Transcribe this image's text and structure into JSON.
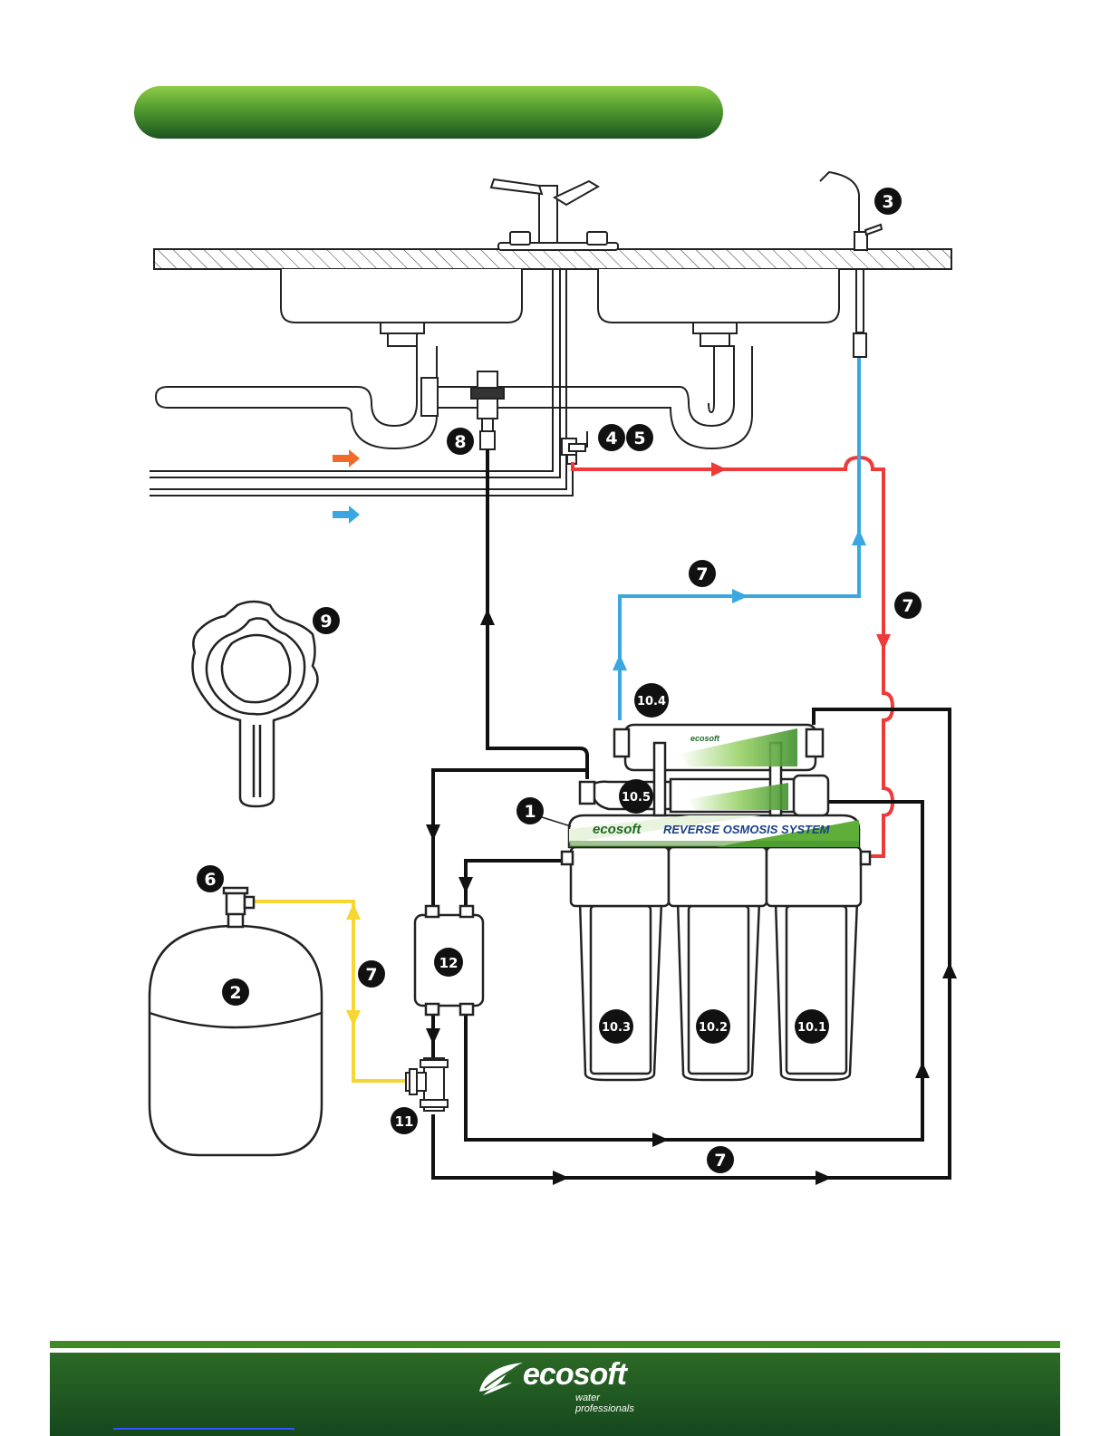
{
  "header": {
    "title": ""
  },
  "colors": {
    "banner_light": "#7dbf3a",
    "banner_dark": "#1f5a23",
    "hot_water": "#ef3a3a",
    "cold_water": "#3aa7e0",
    "drain": "#111111",
    "tank_line": "#f5d632",
    "arrow_hot": "#f26a2b",
    "arrow_cold": "#3aa7e0"
  },
  "unit_panel": {
    "brand": "ecosoft",
    "system_name": "REVERSE OSMOSIS SYSTEM"
  },
  "cartridge_brand": "ecosoft",
  "badges": {
    "b1": "1",
    "b2": "2",
    "b3": "3",
    "b4": "4",
    "b5": "5",
    "b6": "6",
    "b7": "7",
    "b8": "8",
    "b9": "9",
    "b11": "11",
    "b12": "12",
    "b10_1": "10.1",
    "b10_2": "10.2",
    "b10_3": "10.3",
    "b10_4": "10.4",
    "b10_5": "10.5"
  },
  "footer": {
    "brand": "ecosoft",
    "tagline": "water professionals"
  }
}
